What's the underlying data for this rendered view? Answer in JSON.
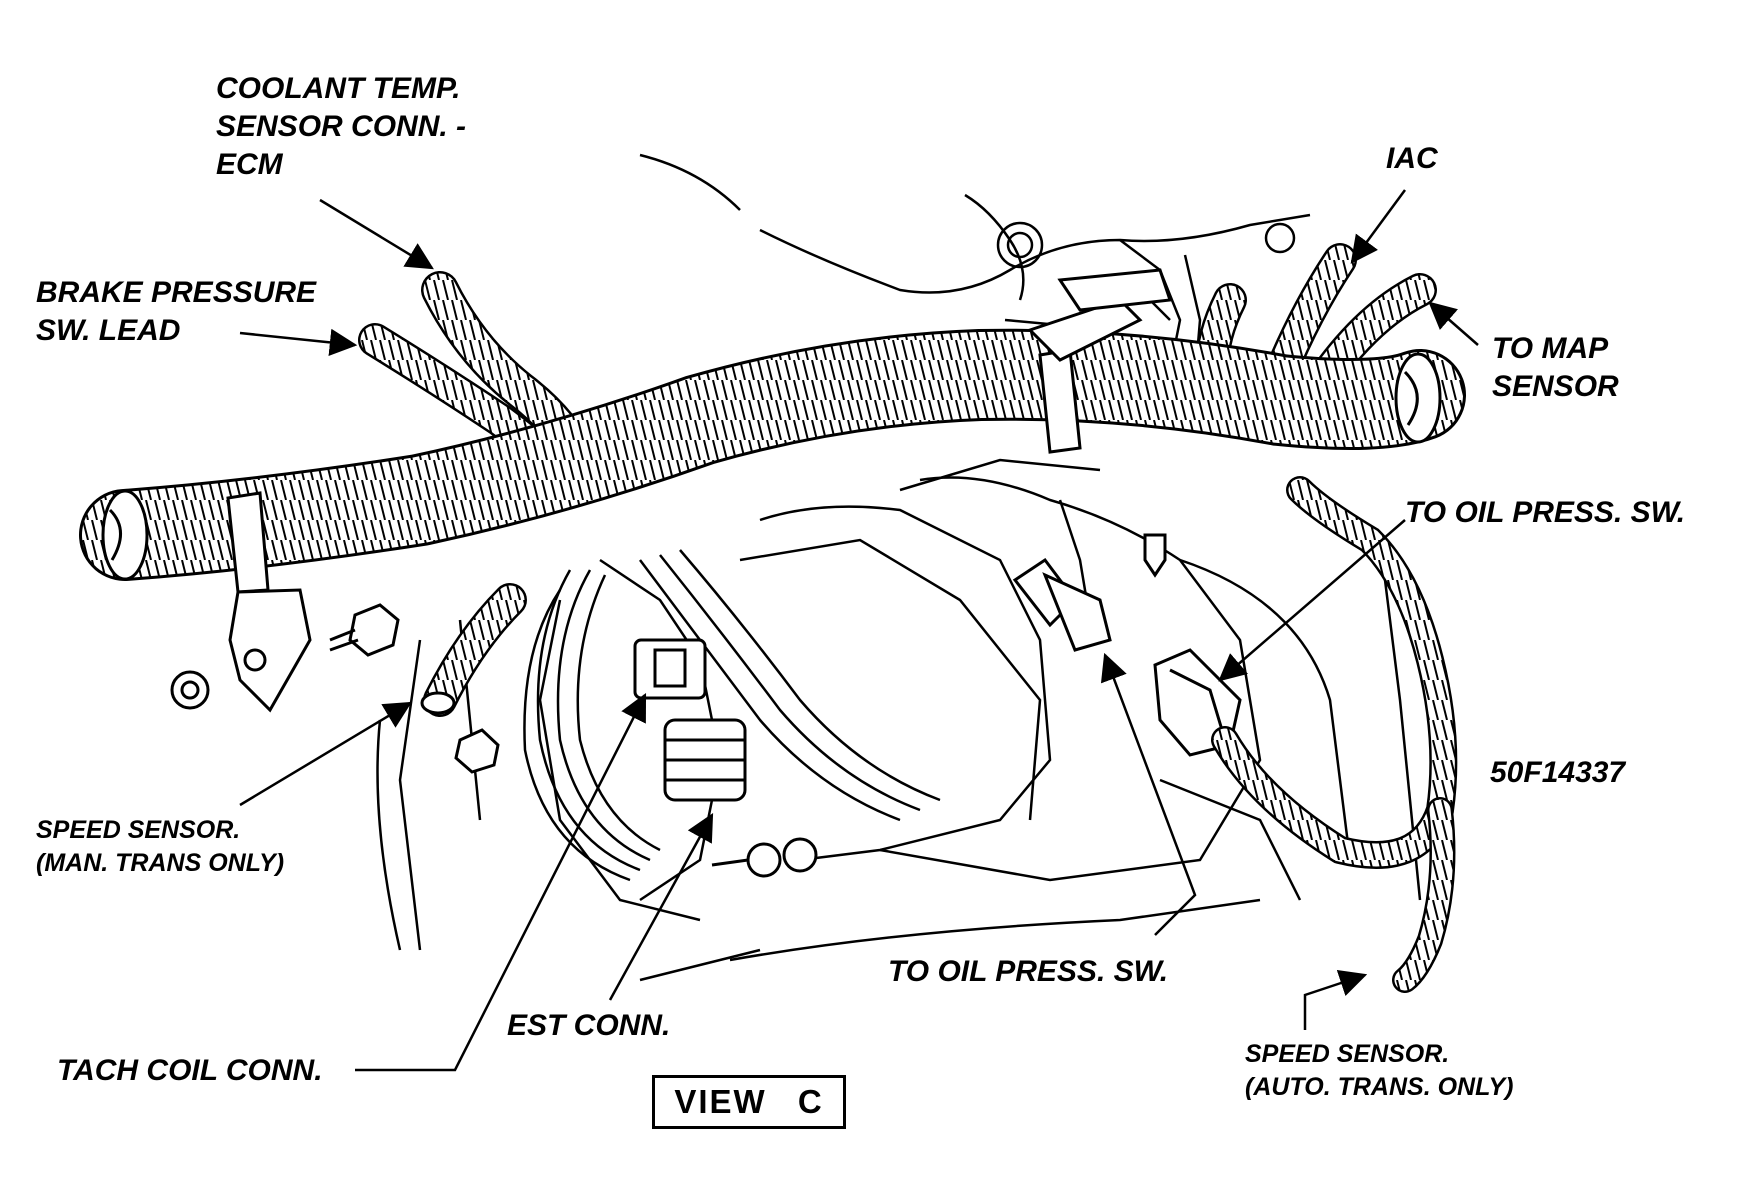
{
  "labels": {
    "coolant": [
      "COOLANT TEMP.",
      "SENSOR CONN. -",
      "ECM"
    ],
    "brake": [
      "BRAKE PRESSURE",
      "SW. LEAD"
    ],
    "iac": "IAC",
    "map": [
      "TO MAP",
      "SENSOR"
    ],
    "oil_top": "TO OIL PRESS. SW.",
    "part_number": "50F14337",
    "speed_man": [
      "SPEED SENSOR.",
      "(MAN. TRANS ONLY)"
    ],
    "oil_bottom": "TO OIL PRESS. SW.",
    "est": "EST CONN.",
    "tach": "TACH COIL CONN.",
    "speed_auto": [
      "SPEED SENSOR.",
      "(AUTO. TRANS. ONLY)"
    ],
    "view": "VIEW C"
  },
  "colors": {
    "ink": "#000000",
    "paper": "#ffffff"
  }
}
